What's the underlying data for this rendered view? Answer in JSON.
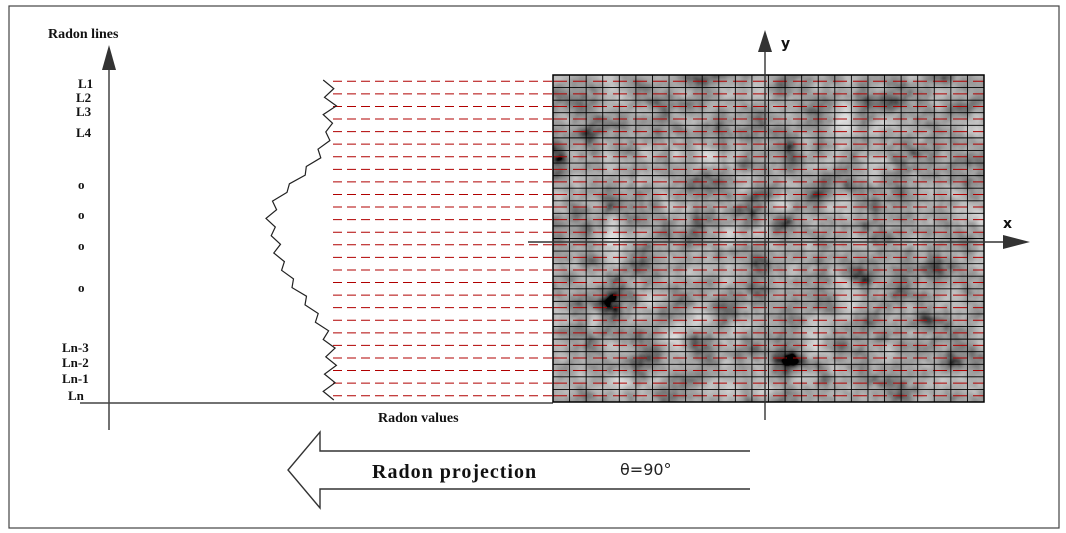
{
  "y_axis_title": "Radon lines",
  "x_axis_title": "Radon values",
  "line_labels_top": [
    "L1",
    "L2",
    "L3",
    "L4"
  ],
  "ellipsis_marks": [
    "o",
    "o",
    "o",
    "o"
  ],
  "line_labels_bottom": [
    "Ln-3",
    "Ln-2",
    "Ln-1",
    "Ln"
  ],
  "image_axes": {
    "x": "x",
    "y": "y"
  },
  "projection": {
    "label": "Radon projection",
    "angle": "θ=90°"
  },
  "colors": {
    "scan_line": "#b00000",
    "grid": "#000000",
    "axis": "#333333",
    "image_base": "#5a5a5a"
  },
  "grid": {
    "rows": 26,
    "cols": 26
  },
  "radon_profile_values": [
    0.06,
    0.04,
    0.05,
    0.02,
    0.06,
    0.05,
    0.04,
    0.07,
    0.1,
    0.14,
    0.19,
    0.26,
    0.32,
    0.4,
    0.45,
    0.48,
    0.5,
    0.49,
    0.46,
    0.45,
    0.44,
    0.42,
    0.38,
    0.35,
    0.3,
    0.25,
    0.2,
    0.16,
    0.12,
    0.08,
    0.06,
    0.03,
    0.04,
    0.02,
    0.05,
    0.03,
    0.06,
    0.04
  ]
}
